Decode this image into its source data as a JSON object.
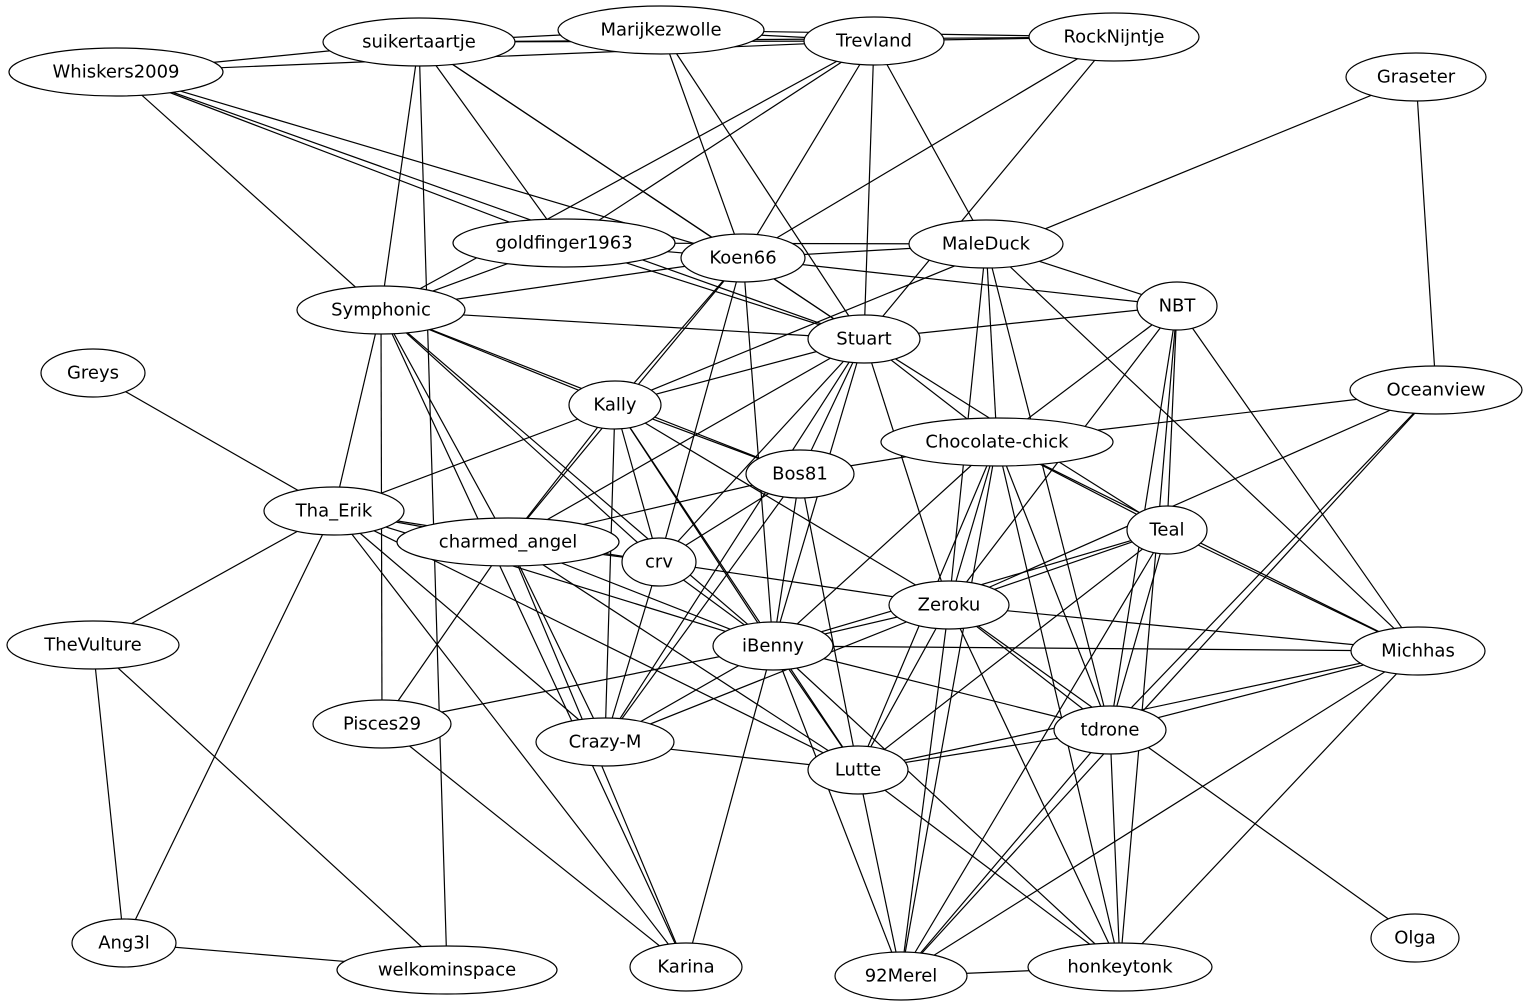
{
  "graph": {
    "nodes": [
      {
        "id": "suikertaartje",
        "label": "suikertaartje"
      },
      {
        "id": "Marijkezwolle",
        "label": "Marijkezwolle"
      },
      {
        "id": "Trevland",
        "label": "Trevland"
      },
      {
        "id": "RockNijntje",
        "label": "RockNijntje"
      },
      {
        "id": "Whiskers2009",
        "label": "Whiskers2009"
      },
      {
        "id": "Graseter",
        "label": "Graseter"
      },
      {
        "id": "goldfinger1963",
        "label": "goldfinger1963"
      },
      {
        "id": "Koen66",
        "label": "Koen66"
      },
      {
        "id": "MaleDuck",
        "label": "MaleDuck"
      },
      {
        "id": "NBT",
        "label": "NBT"
      },
      {
        "id": "Symphonic",
        "label": "Symphonic"
      },
      {
        "id": "Stuart",
        "label": "Stuart"
      },
      {
        "id": "Greys",
        "label": "Greys"
      },
      {
        "id": "Kally",
        "label": "Kally"
      },
      {
        "id": "Oceanview",
        "label": "Oceanview"
      },
      {
        "id": "Chocolate-chick",
        "label": "Chocolate-chick"
      },
      {
        "id": "Bos81",
        "label": "Bos81"
      },
      {
        "id": "Tha_Erik",
        "label": "Tha_Erik"
      },
      {
        "id": "charmed_angel",
        "label": "charmed_angel"
      },
      {
        "id": "crv",
        "label": "crv"
      },
      {
        "id": "Teal",
        "label": "Teal"
      },
      {
        "id": "Zeroku",
        "label": "Zeroku"
      },
      {
        "id": "TheVulture",
        "label": "TheVulture"
      },
      {
        "id": "iBenny",
        "label": "iBenny"
      },
      {
        "id": "Michhas",
        "label": "Michhas"
      },
      {
        "id": "Pisces29",
        "label": "Pisces29"
      },
      {
        "id": "tdrone",
        "label": "tdrone"
      },
      {
        "id": "Crazy-M",
        "label": "Crazy-M"
      },
      {
        "id": "Lutte",
        "label": "Lutte"
      },
      {
        "id": "Ang3l",
        "label": "Ang3l"
      },
      {
        "id": "welkominspace",
        "label": "welkominspace"
      },
      {
        "id": "Karina",
        "label": "Karina"
      },
      {
        "id": "92Merel",
        "label": "92Merel"
      },
      {
        "id": "honkeytonk",
        "label": "honkeytonk"
      },
      {
        "id": "Olga",
        "label": "Olga"
      }
    ],
    "edges": [
      [
        "suikertaartje",
        "Marijkezwolle"
      ],
      [
        "suikertaartje",
        "Trevland"
      ],
      [
        "suikertaartje",
        "Whiskers2009"
      ],
      [
        "suikertaartje",
        "RockNijntje"
      ],
      [
        "suikertaartje",
        "Symphonic"
      ],
      [
        "suikertaartje",
        "goldfinger1963"
      ],
      [
        "suikertaartje",
        "Koen66"
      ],
      [
        "suikertaartje",
        "Stuart"
      ],
      [
        "suikertaartje",
        "welkominspace"
      ],
      [
        "Marijkezwolle",
        "Trevland"
      ],
      [
        "Marijkezwolle",
        "RockNijntje"
      ],
      [
        "Marijkezwolle",
        "Koen66"
      ],
      [
        "Marijkezwolle",
        "Stuart"
      ],
      [
        "Trevland",
        "RockNijntje"
      ],
      [
        "Trevland",
        "Whiskers2009"
      ],
      [
        "Trevland",
        "Symphonic"
      ],
      [
        "Trevland",
        "goldfinger1963"
      ],
      [
        "Trevland",
        "Koen66"
      ],
      [
        "Trevland",
        "Stuart"
      ],
      [
        "Trevland",
        "MaleDuck"
      ],
      [
        "RockNijntje",
        "Koen66"
      ],
      [
        "RockNijntje",
        "Stuart"
      ],
      [
        "Whiskers2009",
        "Symphonic"
      ],
      [
        "Whiskers2009",
        "goldfinger1963"
      ],
      [
        "Whiskers2009",
        "Koen66"
      ],
      [
        "Whiskers2009",
        "Stuart"
      ],
      [
        "Graseter",
        "Kally"
      ],
      [
        "Graseter",
        "Oceanview"
      ],
      [
        "goldfinger1963",
        "Koen66"
      ],
      [
        "goldfinger1963",
        "Stuart"
      ],
      [
        "goldfinger1963",
        "Symphonic"
      ],
      [
        "goldfinger1963",
        "MaleDuck"
      ],
      [
        "Koen66",
        "MaleDuck"
      ],
      [
        "Koen66",
        "NBT"
      ],
      [
        "Koen66",
        "Stuart"
      ],
      [
        "Koen66",
        "Symphonic"
      ],
      [
        "Koen66",
        "Kally"
      ],
      [
        "Koen66",
        "charmed_angel"
      ],
      [
        "Koen66",
        "crv"
      ],
      [
        "Koen66",
        "iBenny"
      ],
      [
        "MaleDuck",
        "NBT"
      ],
      [
        "MaleDuck",
        "Chocolate-chick"
      ],
      [
        "MaleDuck",
        "Zeroku"
      ],
      [
        "MaleDuck",
        "Michhas"
      ],
      [
        "MaleDuck",
        "tdrone"
      ],
      [
        "NBT",
        "Stuart"
      ],
      [
        "NBT",
        "Chocolate-chick"
      ],
      [
        "NBT",
        "Teal"
      ],
      [
        "NBT",
        "Zeroku"
      ],
      [
        "NBT",
        "Michhas"
      ],
      [
        "NBT",
        "tdrone"
      ],
      [
        "NBT",
        "honkeytonk"
      ],
      [
        "Symphonic",
        "Stuart"
      ],
      [
        "Symphonic",
        "Kally"
      ],
      [
        "Symphonic",
        "Bos81"
      ],
      [
        "Symphonic",
        "Tha_Erik"
      ],
      [
        "Symphonic",
        "charmed_angel"
      ],
      [
        "Symphonic",
        "crv"
      ],
      [
        "Symphonic",
        "iBenny"
      ],
      [
        "Symphonic",
        "Pisces29"
      ],
      [
        "Symphonic",
        "Karina"
      ],
      [
        "Stuart",
        "Kally"
      ],
      [
        "Stuart",
        "Chocolate-chick"
      ],
      [
        "Stuart",
        "Bos81"
      ],
      [
        "Stuart",
        "charmed_angel"
      ],
      [
        "Stuart",
        "crv"
      ],
      [
        "Stuart",
        "Teal"
      ],
      [
        "Stuart",
        "Zeroku"
      ],
      [
        "Stuart",
        "iBenny"
      ],
      [
        "Stuart",
        "Crazy-M"
      ],
      [
        "Greys",
        "Tha_Erik"
      ],
      [
        "Kally",
        "Bos81"
      ],
      [
        "Kally",
        "Tha_Erik"
      ],
      [
        "Kally",
        "charmed_angel"
      ],
      [
        "Kally",
        "crv"
      ],
      [
        "Kally",
        "Zeroku"
      ],
      [
        "Kally",
        "iBenny"
      ],
      [
        "Kally",
        "Crazy-M"
      ],
      [
        "Kally",
        "Lutte"
      ],
      [
        "Oceanview",
        "Chocolate-chick"
      ],
      [
        "Oceanview",
        "Zeroku"
      ],
      [
        "Oceanview",
        "tdrone"
      ],
      [
        "Oceanview",
        "92Merel"
      ],
      [
        "Chocolate-chick",
        "Bos81"
      ],
      [
        "Chocolate-chick",
        "Teal"
      ],
      [
        "Chocolate-chick",
        "Zeroku"
      ],
      [
        "Chocolate-chick",
        "iBenny"
      ],
      [
        "Chocolate-chick",
        "Michhas"
      ],
      [
        "Chocolate-chick",
        "tdrone"
      ],
      [
        "Chocolate-chick",
        "Lutte"
      ],
      [
        "Chocolate-chick",
        "92Merel"
      ],
      [
        "Chocolate-chick",
        "honkeytonk"
      ],
      [
        "Bos81",
        "charmed_angel"
      ],
      [
        "Bos81",
        "crv"
      ],
      [
        "Bos81",
        "iBenny"
      ],
      [
        "Bos81",
        "Crazy-M"
      ],
      [
        "Bos81",
        "Lutte"
      ],
      [
        "Tha_Erik",
        "charmed_angel"
      ],
      [
        "Tha_Erik",
        "crv"
      ],
      [
        "Tha_Erik",
        "TheVulture"
      ],
      [
        "Tha_Erik",
        "iBenny"
      ],
      [
        "Tha_Erik",
        "Crazy-M"
      ],
      [
        "Tha_Erik",
        "Lutte"
      ],
      [
        "Tha_Erik",
        "Ang3l"
      ],
      [
        "Tha_Erik",
        "Karina"
      ],
      [
        "charmed_angel",
        "crv"
      ],
      [
        "charmed_angel",
        "iBenny"
      ],
      [
        "charmed_angel",
        "Pisces29"
      ],
      [
        "charmed_angel",
        "Crazy-M"
      ],
      [
        "charmed_angel",
        "Karina"
      ],
      [
        "charmed_angel",
        "Lutte"
      ],
      [
        "crv",
        "iBenny"
      ],
      [
        "crv",
        "Zeroku"
      ],
      [
        "crv",
        "Crazy-M"
      ],
      [
        "Teal",
        "Zeroku"
      ],
      [
        "Teal",
        "iBenny"
      ],
      [
        "Teal",
        "Michhas"
      ],
      [
        "Teal",
        "tdrone"
      ],
      [
        "Teal",
        "Lutte"
      ],
      [
        "Teal",
        "92Merel"
      ],
      [
        "Zeroku",
        "iBenny"
      ],
      [
        "Zeroku",
        "Michhas"
      ],
      [
        "Zeroku",
        "tdrone"
      ],
      [
        "Zeroku",
        "Lutte"
      ],
      [
        "Zeroku",
        "92Merel"
      ],
      [
        "Zeroku",
        "honkeytonk"
      ],
      [
        "Zeroku",
        "Crazy-M"
      ],
      [
        "Zeroku",
        "Olga"
      ],
      [
        "TheVulture",
        "Ang3l"
      ],
      [
        "TheVulture",
        "welkominspace"
      ],
      [
        "iBenny",
        "Michhas"
      ],
      [
        "iBenny",
        "tdrone"
      ],
      [
        "iBenny",
        "Lutte"
      ],
      [
        "iBenny",
        "Pisces29"
      ],
      [
        "iBenny",
        "Crazy-M"
      ],
      [
        "iBenny",
        "Karina"
      ],
      [
        "iBenny",
        "92Merel"
      ],
      [
        "iBenny",
        "honkeytonk"
      ],
      [
        "Michhas",
        "tdrone"
      ],
      [
        "Michhas",
        "Lutte"
      ],
      [
        "Michhas",
        "92Merel"
      ],
      [
        "Michhas",
        "honkeytonk"
      ],
      [
        "Pisces29",
        "Karina"
      ],
      [
        "tdrone",
        "Lutte"
      ],
      [
        "tdrone",
        "92Merel"
      ],
      [
        "tdrone",
        "honkeytonk"
      ],
      [
        "Crazy-M",
        "Lutte"
      ],
      [
        "Lutte",
        "92Merel"
      ],
      [
        "Lutte",
        "honkeytonk"
      ],
      [
        "Ang3l",
        "welkominspace"
      ],
      [
        "92Merel",
        "honkeytonk"
      ]
    ]
  }
}
